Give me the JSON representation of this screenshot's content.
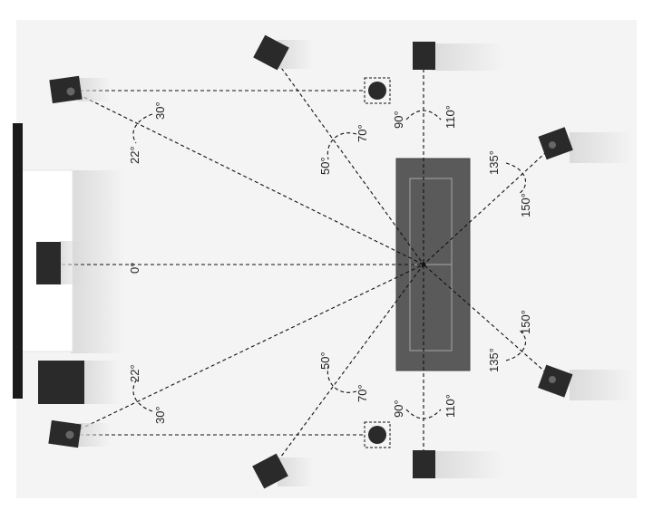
{
  "colors": {
    "floor": "#f4f4f4",
    "tv": "#1a1a1a",
    "tv_stand": "#ffffff",
    "speaker": "#2a2a2a",
    "sofa": "#5a5a5a",
    "sofa_outline": "#9a9a9a",
    "guide_line": "#111111"
  },
  "labels": {
    "front_center_angle": "0°",
    "front_left_inner": "22°",
    "front_left_outer": "30°",
    "front_right_inner": "22°",
    "front_right_outer": "30°",
    "top_front_left_min": "50°",
    "top_front_left_max": "70°",
    "top_front_right_min": "50°",
    "top_front_right_max": "70°",
    "side_left_min": "90°",
    "side_left_max": "110°",
    "side_right_min": "90°",
    "side_right_max": "110°",
    "rear_left_min": "135°",
    "rear_left_max": "150°",
    "rear_right_min": "135°",
    "rear_right_max": "150°"
  },
  "icons": {
    "front_left": "speaker-icon",
    "front_right": "speaker-icon",
    "center": "speaker-icon",
    "subwoofer": "subwoofer-icon",
    "top_front_left": "speaker-icon",
    "top_front_right": "speaker-icon",
    "ceiling_left": "ceiling-speaker-icon",
    "ceiling_right": "ceiling-speaker-icon",
    "side_left": "speaker-icon",
    "side_right": "speaker-icon",
    "rear_left": "speaker-icon",
    "rear_right": "speaker-icon",
    "sofa": "sofa-icon",
    "tv": "tv-icon"
  }
}
